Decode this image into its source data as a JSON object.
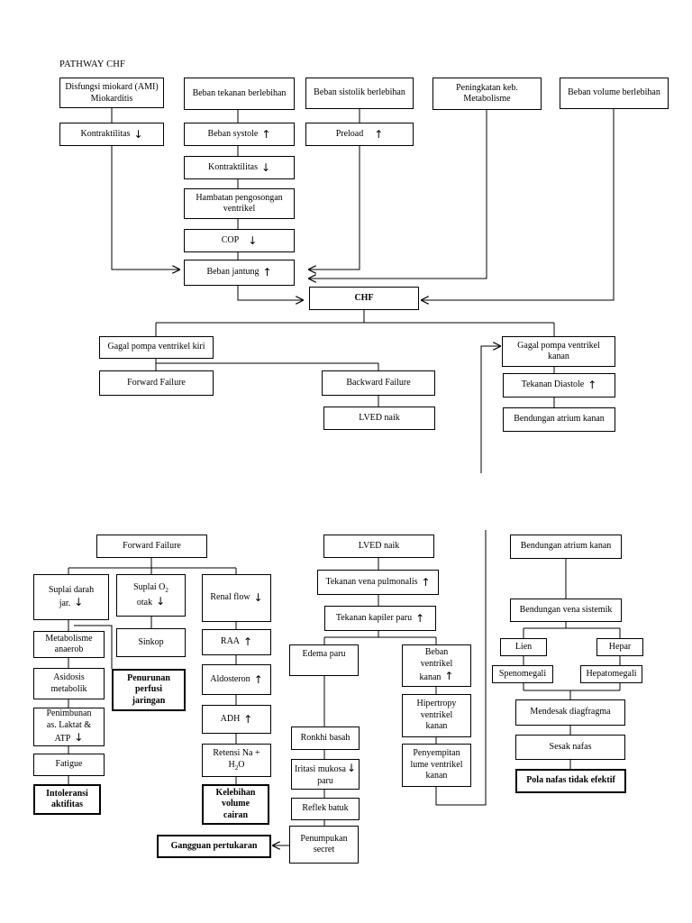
{
  "title": "PATHWAY CHF",
  "symbols": {
    "up": "↑",
    "down": "↓"
  },
  "part1": {
    "disfungsi_1": "Disfungsi miokard (AMI)",
    "disfungsi_2": "Miokarditis",
    "beban_tekanan": "Beban tekanan berlebihan",
    "beban_sistolik": "Beban sistolik berlebihan",
    "peningkatan_1": "Peningkatan keb.",
    "peningkatan_2": "Metabolisme",
    "beban_volume": "Beban volume berlebihan",
    "kontraktilitas": "Kontraktilitas",
    "beban_systole": "Beban systole",
    "preload": "Preload",
    "kontraktilitas2": "Kontraktilitas",
    "hambatan_1": "Hambatan pengosongan",
    "hambatan_2": "ventrikel",
    "cop": "COP",
    "beban_jantung": "Beban jantung",
    "chf": "CHF",
    "gagal_kiri": "Gagal pompa ventrikel kiri",
    "gagal_kanan_1": "Gagal pompa ventrikel",
    "gagal_kanan_2": "kanan",
    "forward": "Forward Failure",
    "backward": "Backward Failure",
    "lved": "LVED naik",
    "tekanan_diastole": "Tekanan Diastole",
    "bendungan_atrium": "Bendungan atrium kanan"
  },
  "part2": {
    "forward": "Forward Failure",
    "suplai_darah_1": "Suplai darah",
    "suplai_darah_2": "jar.",
    "suplai_o2_1": "Suplai O",
    "suplai_o2_sub": "2",
    "suplai_o2_2": "otak",
    "renal_flow": "Renal flow",
    "metabolisme_1": "Metabolisme",
    "metabolisme_2": "anaerob",
    "sinkop": "Sinkop",
    "raa": "RAA",
    "asidosis_1": "Asidosis",
    "asidosis_2": "metabolik",
    "penurunan_1": "Penurunan",
    "penurunan_2": "perfusi",
    "penurunan_3": "jaringan",
    "aldosteron": "Aldosteron",
    "penimbunan_1": "Penimbunan",
    "penimbunan_2": "as. Laktat &",
    "penimbunan_3": "ATP",
    "adh": "ADH",
    "fatigue": "Fatigue",
    "retensi_1": "Retensi Na +",
    "retensi_2": "H",
    "retensi_sub": "2",
    "retensi_3": "O",
    "intoleransi_1": "Intoleransi",
    "intoleransi_2": "aktifitas",
    "kelebihan_1": "Kelebihan",
    "kelebihan_2": "volume",
    "kelebihan_3": "cairan",
    "lved": "LVED naik",
    "tekanan_vena": "Tekanan vena pulmonalis",
    "tekanan_kapiler": "Tekanan kapiler paru",
    "edema": "Edema paru",
    "beban_ventrikel_1": "Beban",
    "beban_ventrikel_2": "ventrikel",
    "beban_ventrikel_3": "kanan",
    "hipertropy_1": "Hipertropy",
    "hipertropy_2": "ventrikel",
    "hipertropy_3": "kanan",
    "penyempitan_1": "Penyempitan",
    "penyempitan_2": "lume ventrikel",
    "penyempitan_3": "kanan",
    "ronkhi": "Ronkhi basah",
    "iritasi_1": "Iritasi mukosa",
    "iritasi_2": "paru",
    "reflek": "Reflek batuk",
    "penumpukan_1": "Penumpukan",
    "penumpukan_2": "secret",
    "gangguan": "Gangguan pertukaran",
    "bendungan_atrium": "Bendungan atrium kanan",
    "bendungan_vena": "Bendungan vena sistemik",
    "lien": "Lien",
    "hepar": "Hepar",
    "spenomegali": "Spenomegali",
    "hepatomegali": "Hepatomegali",
    "mendesak": "Mendesak diagfragma",
    "sesak": "Sesak nafas",
    "pola": "Pola nafas tidak efektif"
  }
}
